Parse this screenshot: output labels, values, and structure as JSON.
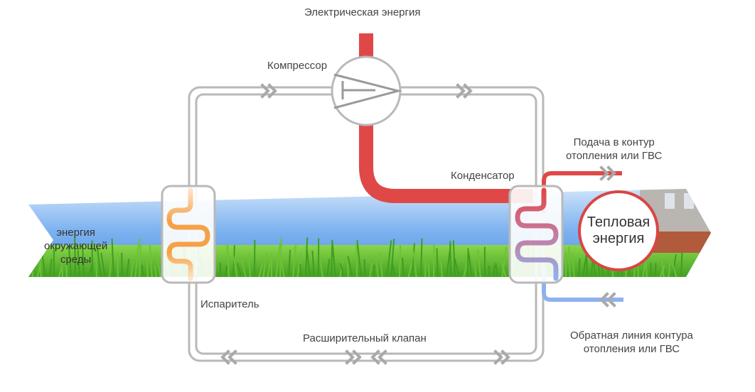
{
  "labels": {
    "electric_energy": "Электрическая энергия",
    "compressor": "Компрессор",
    "supply_line1": "Подача в контур",
    "supply_line2": "отопления или ГВС",
    "condenser": "Конденсатор",
    "ambient_line1": "энергия",
    "ambient_line2": "окружающей",
    "ambient_line3": "среды",
    "evaporator": "Испаритель",
    "expansion_valve": "Расширительный клапан",
    "return_line1": "Обратная линия контура",
    "return_line2": "отопления или ГВС",
    "heat_line1": "Тепловая",
    "heat_line2": "энергия"
  },
  "colors": {
    "hot_pipe": "#e04848",
    "cold_pipe": "#8fb1ee",
    "circuit": "#b9b9b9",
    "chevron": "#a9a9a9",
    "evaporator_coil": "#f5a148",
    "heat_ring": "#d94545",
    "sky": "#5a98e8",
    "grass": "#58b52a"
  },
  "icons": {
    "compressor": "compressor-symbol",
    "flow": "double-chevron-arrow"
  }
}
